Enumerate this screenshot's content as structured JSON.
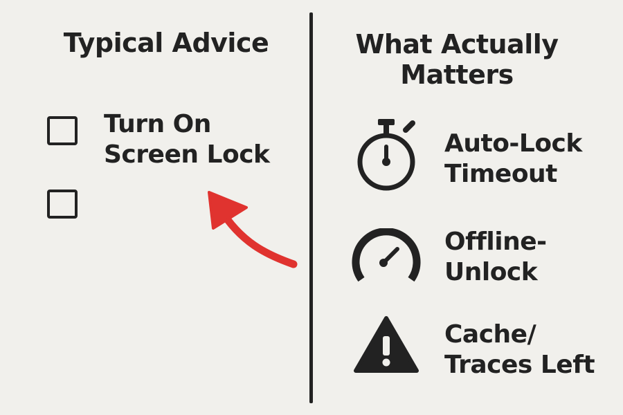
{
  "left": {
    "heading": "Typical Advice",
    "items": [
      {
        "label_line1": "Turn On",
        "label_line2": "Screen Lock",
        "checked": false
      },
      {
        "label_line1": "",
        "label_line2": "",
        "checked": false
      }
    ]
  },
  "right": {
    "heading_line1": "What Actually",
    "heading_line2": "Matters",
    "items": [
      {
        "icon": "stopwatch-icon",
        "label_line1": "Auto-Lock",
        "label_line2": "Timeout"
      },
      {
        "icon": "gauge-icon",
        "label_line1": "Offline-",
        "label_line2": "Unlock"
      },
      {
        "icon": "warning-icon",
        "label_line1": "Cache/",
        "label_line2": "Traces Left"
      }
    ]
  },
  "colors": {
    "background": "#f1f0ec",
    "ink": "#222222",
    "arrow": "#e0332f"
  }
}
